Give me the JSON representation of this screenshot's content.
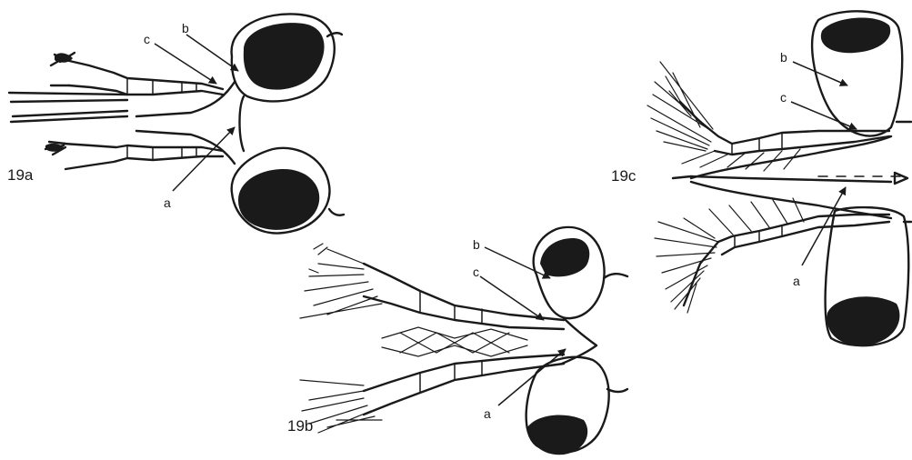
{
  "figures": {
    "fig_a": "19a",
    "fig_b": "19b",
    "fig_c": "19c"
  },
  "labels": {
    "a": "a",
    "b": "b",
    "c": "c"
  },
  "colors": {
    "ink": "#1a1a1a",
    "background": "#ffffff"
  }
}
